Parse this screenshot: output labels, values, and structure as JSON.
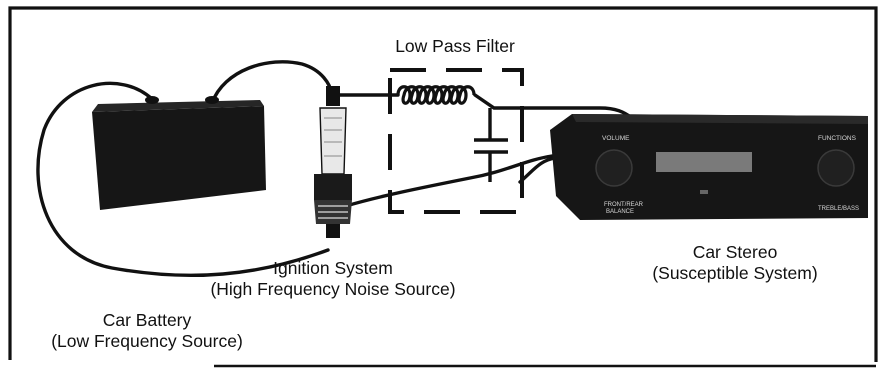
{
  "labels": {
    "filter": "Low Pass Filter",
    "ignition_title": "Ignition System",
    "ignition_subtitle": "(High Frequency Noise Source)",
    "stereo_title": "Car Stereo",
    "stereo_subtitle": "(Susceptible System)",
    "battery_title": "Car Battery",
    "battery_subtitle": "(Low Frequency Source)"
  },
  "stereo_panel": {
    "top_left": "VOLUME",
    "top_right": "FUNCTIONS",
    "bottom_left_1": "FRONT/REAR",
    "bottom_left_2": "BALANCE",
    "bottom_right": "TREBLE/BASS"
  },
  "colors": {
    "ink": "#111111",
    "device": "#161616",
    "background": "#ffffff"
  }
}
